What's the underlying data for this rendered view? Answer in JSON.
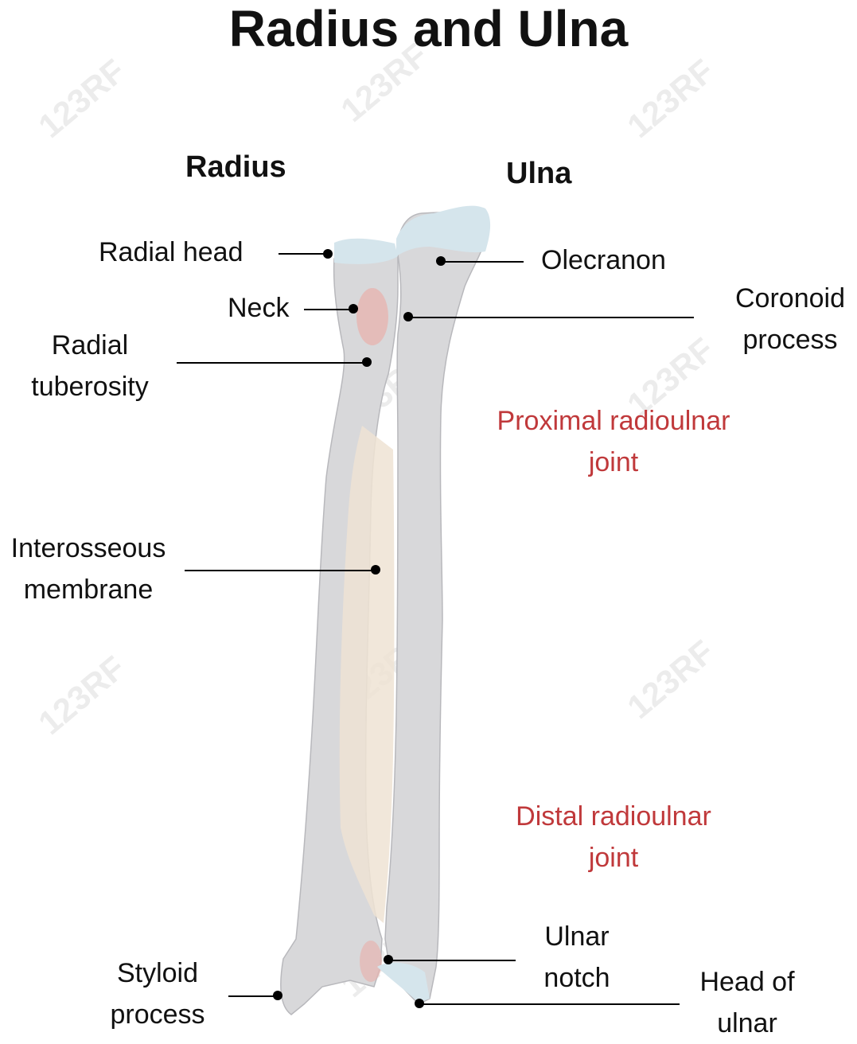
{
  "title": "Radius and Ulna",
  "headings": {
    "radius": "Radius",
    "ulna": "Ulna"
  },
  "labels": {
    "radial_head": "Radial head",
    "neck": "Neck",
    "radial_tuberosity": [
      "Radial",
      "tuberosity"
    ],
    "interosseous_membrane": [
      "Interosseous",
      "membrane"
    ],
    "styloid_process": [
      "Styloid",
      "process"
    ],
    "olecranon": "Olecranon",
    "coronoid_process": [
      "Coronoid",
      "process"
    ],
    "proximal_joint": [
      "Proximal radioulnar",
      "joint"
    ],
    "distal_joint": [
      "Distal radioulnar",
      "joint"
    ],
    "ulnar_notch": [
      "Ulnar",
      "notch"
    ],
    "head_of_ulnar": [
      "Head of",
      "ulnar"
    ]
  },
  "watermark": "123RF",
  "colors": {
    "bone": "#d8d8da",
    "bone_edge": "#b8b8bc",
    "cartilage": "#d5e5ec",
    "membrane": "#efe3d4",
    "highlight": "#e7b5b0",
    "joint_label": "#c0393b"
  }
}
